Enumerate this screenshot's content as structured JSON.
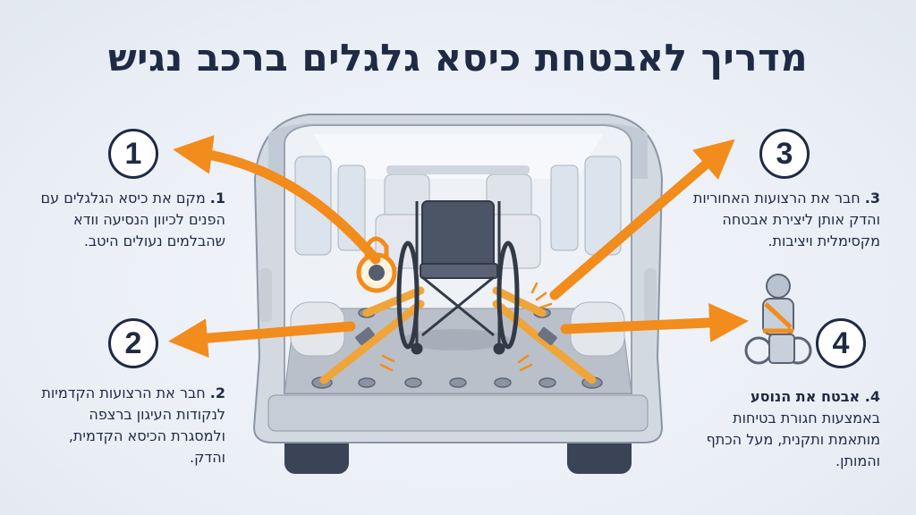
{
  "title": "מדריך לאבטחת כיסא גלגלים ברכב נגיש",
  "steps": [
    {
      "number": "1",
      "prefix": "1.",
      "text": "מקם את כיסא הגלגלים עם הפנים לכיוון הנסיעה וודא שהבלמים נעולים היטב."
    },
    {
      "number": "2",
      "prefix": "2.",
      "text": "חבר את הרצועות הקדמיות לנקודות העיגון ברצפה ולמסגרת הכיסא הקדמית, והדק."
    },
    {
      "number": "3",
      "prefix": "3.",
      "text": "חבר את הרצועות האחוריות והדק אותן ליצירת אבטחה מקסימלית ויציבות."
    },
    {
      "number": "4",
      "prefix": "4.",
      "heading": "אבטח את הנוסע",
      "text": "באמצעות חגורת בטיחות מותאמת ותקנית, מעל הכתף והמותן."
    }
  ],
  "colors": {
    "accent": "#f28c1c",
    "navy": "#1f2a44",
    "van": "#c9d0d9"
  },
  "icons": [
    "brake-lock-icon",
    "wheelchair-icon",
    "seated-passenger-icon",
    "arrow-icon"
  ]
}
